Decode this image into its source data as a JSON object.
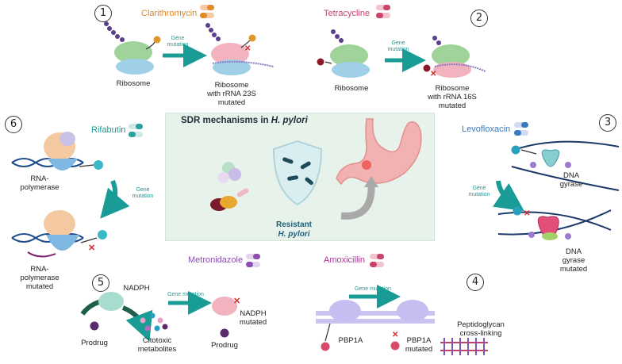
{
  "numbers": [
    "1",
    "2",
    "3",
    "4",
    "5",
    "6"
  ],
  "drugs": {
    "clarithromycin": "Clarithromycin",
    "tetracycline": "Tetracycline",
    "rifabutin": "Rifabutin",
    "levofloxacin": "Levofloxacin",
    "metronidazole": "Metronidazole",
    "amoxicillin": "Amoxicillin"
  },
  "gene_mutation": "Gene mutation",
  "gene_line1": "Gene",
  "gene_line2": "mutation",
  "center": {
    "title_prefix": "SDR mechanisms in ",
    "title_species": "H. pylori",
    "resistant": "Resistant",
    "species": "H. pylori"
  },
  "labels": {
    "ribosome": "Ribosome",
    "ribosome_23s": [
      "Ribosome",
      "with rRNA 23S",
      "mutated"
    ],
    "ribosome_16s": [
      "Ribosome",
      "with rRNA 16S",
      "mutated"
    ],
    "rna_pol": [
      "RNA-",
      "polymerase"
    ],
    "rna_pol_mut": [
      "RNA-",
      "polymerase",
      "mutated"
    ],
    "dna_gyrase": [
      "DNA",
      "gyrase"
    ],
    "dna_gyrase_mut": [
      "DNA",
      "gyrase",
      "mutated"
    ],
    "nadph": "NADPH",
    "nadph_mut": [
      "NADPH",
      "mutated"
    ],
    "prodrug": "Prodrug",
    "citotoxic": [
      "Citotoxic",
      "metabolites"
    ],
    "pbp1a": "PBP1A",
    "pbp1a_mut": [
      "PBP1A",
      "mutated"
    ],
    "peptidoglycan": [
      "Peptidoglycan",
      "cross-linking"
    ]
  },
  "colors": {
    "teal": "#1a9c96",
    "orange": "#e08a2c",
    "red_pink": "#c8456a",
    "blue": "#3a7bbf",
    "purple": "#8a4fb0",
    "magenta": "#b0309c",
    "panel": "#e7f3ea"
  }
}
